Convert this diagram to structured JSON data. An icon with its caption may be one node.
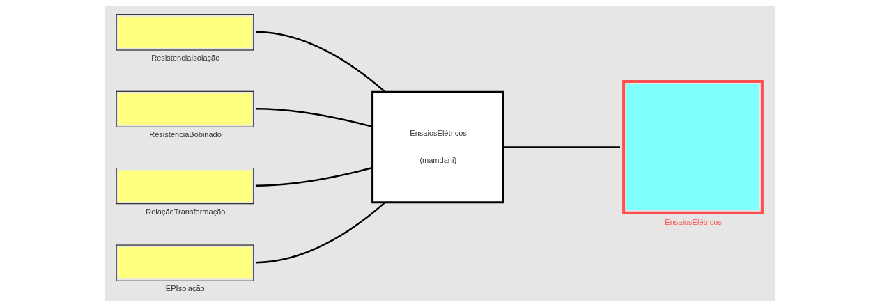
{
  "diagram": {
    "nodes": [
      {
        "text": [
          "ResistenciaIsolação"
        ]
      },
      {
        "text": [
          "ResistenciaBobinado"
        ]
      },
      {
        "text": [
          "RelaçãoTransformação"
        ]
      },
      {
        "text": [
          "EPIsolação"
        ]
      },
      {
        "text": [
          "EnsaiosElétricos",
          "(mamdani)"
        ]
      },
      {
        "text": [
          "EnsaiosElétricos"
        ]
      }
    ],
    "edges": [
      {
        "from": 0,
        "to": 4,
        "arrow": "none"
      },
      {
        "from": 1,
        "to": 4,
        "arrow": "none"
      },
      {
        "from": 2,
        "to": 4,
        "arrow": "none"
      },
      {
        "from": 3,
        "to": 4,
        "arrow": "none"
      },
      {
        "from": 4,
        "to": 5,
        "arrow": "none"
      }
    ]
  }
}
